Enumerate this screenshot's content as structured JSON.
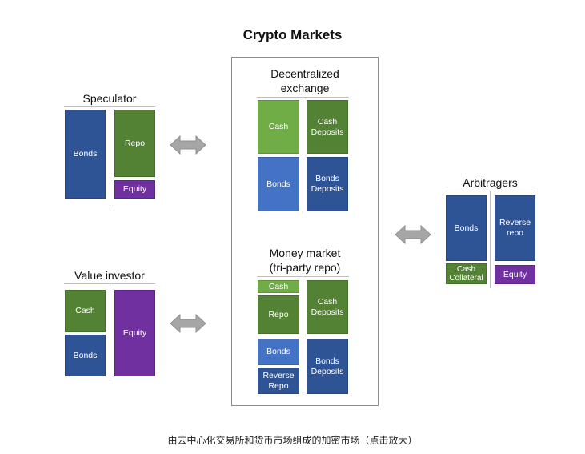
{
  "title": "Crypto Markets",
  "speculator": {
    "label": "Speculator",
    "bonds": "Bonds",
    "repo": "Repo",
    "equity": "Equity"
  },
  "value_investor": {
    "label": "Value investor",
    "cash": "Cash",
    "bonds": "Bonds",
    "equity": "Equity"
  },
  "dex": {
    "label_line1": "Decentralized",
    "label_line2": "exchange",
    "cash": "Cash",
    "cash_deposits_line1": "Cash",
    "cash_deposits_line2": "Deposits",
    "bonds": "Bonds",
    "bonds_deposits_line1": "Bonds",
    "bonds_deposits_line2": "Deposits"
  },
  "money_market": {
    "label_line1": "Money market",
    "label_line2": "(tri-party repo)",
    "cash": "Cash",
    "repo": "Repo",
    "bonds": "Bonds",
    "reverse_repo_line1": "Reverse",
    "reverse_repo_line2": "Repo",
    "cash_deposits_line1": "Cash",
    "cash_deposits_line2": "Deposits",
    "bonds_deposits_line1": "Bonds",
    "bonds_deposits_line2": "Deposits"
  },
  "arbitragers": {
    "label": "Arbitragers",
    "bonds": "Bonds",
    "cash_collateral_line1": "Cash",
    "cash_collateral_line2": "Collateral",
    "reverse_repo_line1": "Reverse",
    "reverse_repo_line2": "repo",
    "equity": "Equity"
  },
  "caption": "由去中心化交易所和货币市场组成的加密市场（点击放大）",
  "colors": {
    "dark_blue": "#2f5496",
    "mid_blue": "#4472c4",
    "dark_green": "#548235",
    "light_green": "#70ad47",
    "purple": "#7030a0",
    "arrow_gray": "#a6a6a6"
  },
  "icons": {
    "arrow": "double-headed-arrow-icon"
  }
}
